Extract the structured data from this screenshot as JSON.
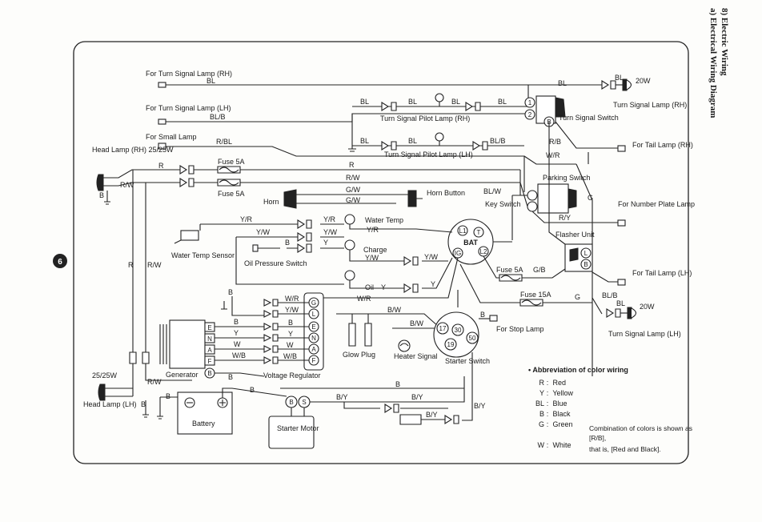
{
  "section": {
    "number_title": "8) Electric Wiring",
    "sub_title": "a) Electrical Wiring Diagram"
  },
  "labels": {
    "turn_signal_rh_feed": "For Turn Signal Lamp (RH)",
    "turn_signal_lh_feed": "For Turn Signal Lamp (LH)",
    "small_lamp_feed": "For Small Lamp",
    "head_lamp_rh": "Head Lamp (RH) 25/25W",
    "head_lamp_lh": "Head Lamp (LH)",
    "head_lamp_lh_watt": "25/25W",
    "turn_pilot_rh": "Turn Signal Pilot Lamp (RH)",
    "turn_pilot_lh": "Turn Signal Pilot Lamp (LH)",
    "turn_signal_switch": "Turn Signal Switch",
    "turn_lamp_rh": "Turn Signal Lamp (RH)",
    "turn_lamp_lh": "Turn Signal Lamp (LH)",
    "w20_top": "20W",
    "w20_bottom": "20W",
    "tail_rh": "For Tail Lamp (RH)",
    "tail_lh": "For Tail Lamp (LH)",
    "number_plate": "For Number Plate Lamp",
    "stop_lamp": "For Stop Lamp",
    "parking_switch": "Parking Switch",
    "key_switch": "Key Switch",
    "flasher_unit": "Flasher Unit",
    "horn": "Horn",
    "horn_button": "Horn Button",
    "water_temp": "Water Temp",
    "water_temp_sensor": "Water Temp Sensor",
    "charge": "Charge",
    "oil_pressure_switch": "Oil Pressure Switch",
    "oil": "Oil",
    "glow_plug": "Glow Plug",
    "heater_signal": "Heater Signal",
    "starter_switch": "Starter Switch",
    "generator": "Generator",
    "voltage_regulator": "Voltage Regulator",
    "battery": "Battery",
    "starter_motor": "Starter Motor",
    "fuse_5a_1": "Fuse 5A",
    "fuse_5a_2": "Fuse 5A",
    "fuse_5a_3": "Fuse 5A",
    "fuse_15a": "Fuse 15A"
  },
  "terminals": {
    "key": [
      "L1",
      "T",
      "BAT",
      "IG",
      "L2"
    ],
    "starter": [
      "17",
      "30",
      "19",
      "50"
    ],
    "turn_switch": [
      "1",
      "2",
      "B"
    ],
    "flasher": [
      "L",
      "B"
    ],
    "regulator": [
      "G",
      "L",
      "E",
      "N",
      "A",
      "F"
    ],
    "generator": [
      "E",
      "N",
      "A",
      "F",
      "B"
    ],
    "battery_motor": [
      "B",
      "S"
    ]
  },
  "wires": {
    "bl": "BL",
    "blb": "BL/B",
    "rbl": "R/BL",
    "r": "R",
    "rw": "R/W",
    "gw": "G/W",
    "blw": "BL/W",
    "wr": "W/R",
    "rb": "R/B",
    "g": "G",
    "ry": "R/Y",
    "yr": "Y/R",
    "yw": "Y/W",
    "b": "B",
    "y": "Y",
    "w": "W",
    "wb": "W/B",
    "bw": "B/W",
    "by": "B/Y",
    "gb": "G/B"
  },
  "legend": {
    "heading": "• Abbreviation of color wiring",
    "items": [
      {
        "code": "R",
        "name": "Red"
      },
      {
        "code": "Y",
        "name": "Yellow"
      },
      {
        "code": "BL",
        "name": "Blue"
      },
      {
        "code": "B",
        "name": "Black"
      },
      {
        "code": "G",
        "name": "Green"
      },
      {
        "code": "W",
        "name": "White"
      }
    ],
    "note_line1": "Combination of colors is shown as [R/B],",
    "note_line2": "that is, [Red and Black]."
  },
  "margin_mark": "6"
}
